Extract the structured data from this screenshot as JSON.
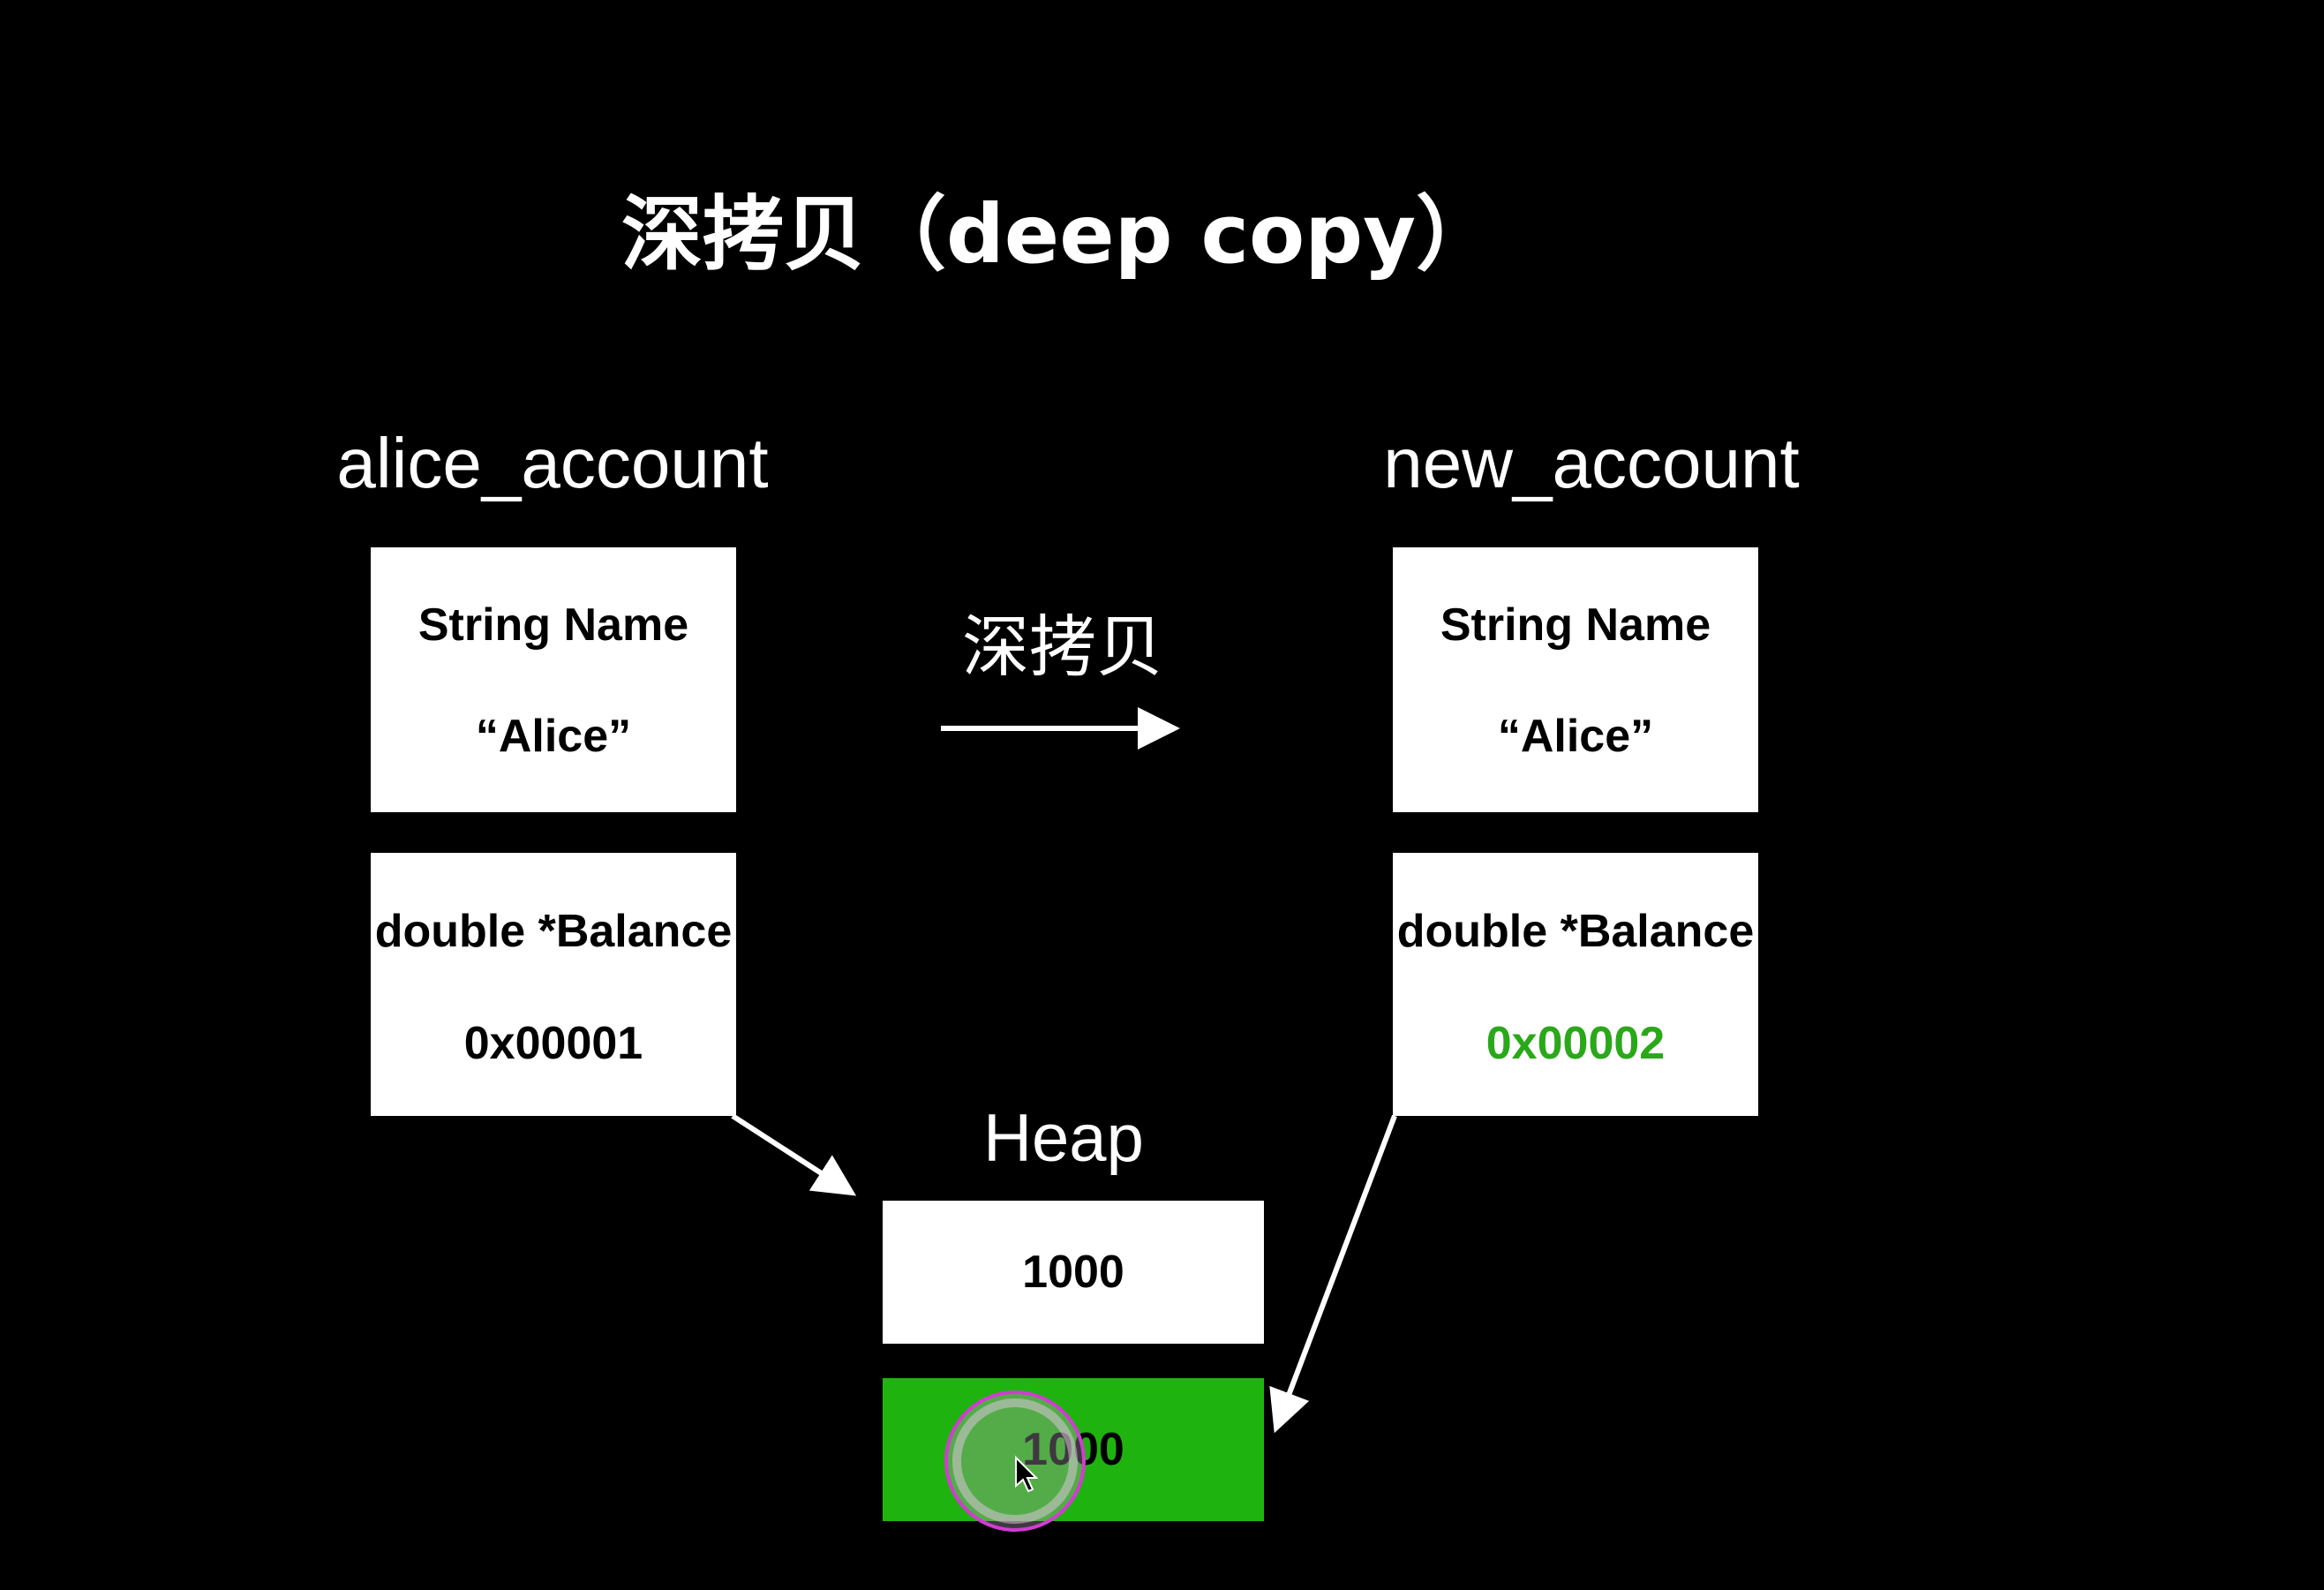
{
  "title": "深拷贝（deep copy）",
  "left": {
    "label": "alice_account",
    "name_field": "String Name",
    "name_value": "“Alice”",
    "balance_field": "double *Balance",
    "balance_value": "0x00001"
  },
  "right": {
    "label": "new_account",
    "name_field": "String Name",
    "name_value": "“Alice”",
    "balance_field": "double *Balance",
    "balance_value": "0x00002"
  },
  "copy_label": "深拷贝",
  "heap": {
    "label": "Heap",
    "cells": [
      "1000",
      "1000"
    ]
  },
  "colors": {
    "background": "#000000",
    "box": "#ffffff",
    "accent_green": "#1fb30f",
    "new_address_green": "#2aa81a",
    "cursor_ring": "#d23cd2"
  }
}
